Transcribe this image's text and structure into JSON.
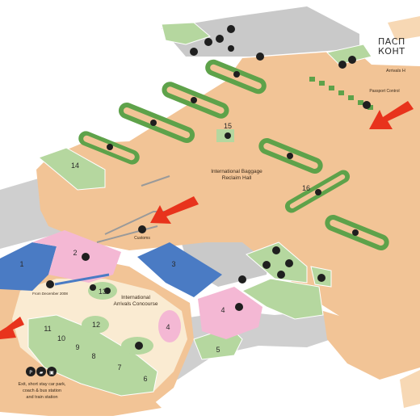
{
  "header_text": {
    "line1": "ПАСП",
    "line2": "КОНТ"
  },
  "labels": {
    "baggage_hall_line1": "International Baggage",
    "baggage_hall_line2": "Reclaim Hall",
    "customs": "Customs",
    "arrivals_hall": "Arrivals H",
    "passport_control": "Passport Control",
    "concourse_line1": "International",
    "concourse_line2": "Arrivals Concourse",
    "from_december": "From December 2008",
    "exit_line1": "Exit, short stay car park,",
    "exit_line2": "coach & bus station",
    "exit_line3": "and train station"
  },
  "numbers": {
    "n1": "1",
    "n2": "2",
    "n3": "3",
    "n4": "4",
    "n4b": "4",
    "n5": "5",
    "n6": "6",
    "n7": "7",
    "n8": "8",
    "n9": "9",
    "n10": "10",
    "n11": "11",
    "n12": "12",
    "n13": "13",
    "n14": "14",
    "n15": "15",
    "n16": "16"
  },
  "exit_icons": {
    "p": "P",
    "bus": "▰",
    "train": "▣"
  },
  "colors": {
    "floor": "#f2c496",
    "grey": "#c9c9c9",
    "green": "#b5d79f",
    "green_dark": "#3c8c3a",
    "pink": "#f4b8d4",
    "blue": "#4a7bc4",
    "concourse": "#faebd2",
    "arrow": "#e8331c",
    "icon": "#1f1f1f"
  }
}
